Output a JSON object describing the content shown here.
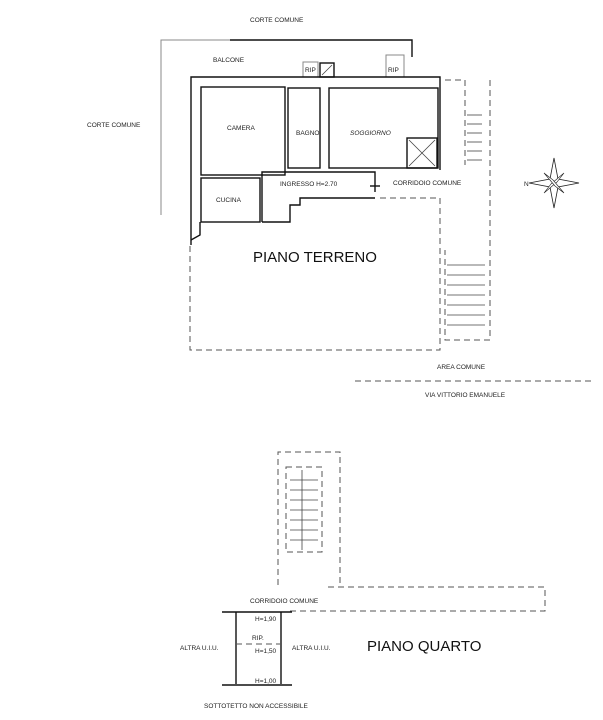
{
  "ground_floor": {
    "title": "PIANO TERRENO",
    "labels": {
      "corte_top": "CORTE COMUNE",
      "corte_left": "CORTE COMUNE",
      "balcone": "BALCONE",
      "rip1": "RIP",
      "rip2": "RIP",
      "camera": "CAMERA",
      "bagno": "BAGNO",
      "soggiorno": "SOGGIORNO",
      "ingresso": "INGRESSO   H=2.70",
      "cucina": "CUCINA",
      "corridoio": "CORRIDOIO COMUNE",
      "area_comune": "AREA COMUNE",
      "via": "VIA VITTORIO EMANUELE"
    },
    "compass_letter": "N"
  },
  "fourth_floor": {
    "title": "PIANO QUARTO",
    "labels": {
      "corridoio": "CORRIDOIO COMUNE",
      "h1": "H=1,90",
      "rip": "RIP.",
      "h2": "H=1,50",
      "h3": "H=1,00",
      "altra_left": "ALTRA U.I.U.",
      "altra_right": "ALTRA U.I.U.",
      "sottotetto": "SOTTOTETTO NON ACCESSIBILE"
    }
  }
}
